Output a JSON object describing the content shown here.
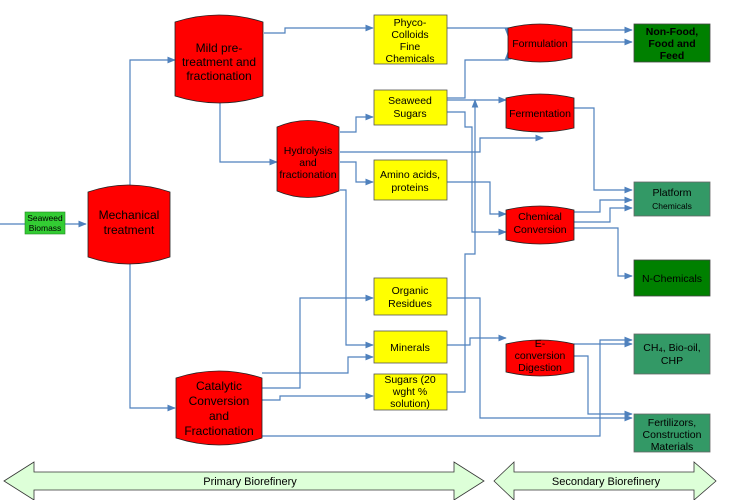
{
  "colors": {
    "process_red": "#ff0000",
    "intermediate_yellow": "#ffff00",
    "product_green": "#339966",
    "product_dark_green": "#008000",
    "input_green": "#33cc33",
    "arrow_blue": "#4f81bd",
    "band_fill": "#ddffd8"
  },
  "input": {
    "line1": "Seaweed",
    "line2": "Biomass"
  },
  "processes": {
    "mechanical": [
      "Mechanical",
      "treatment"
    ],
    "mild": [
      "Mild pre-",
      "treatment and",
      "fractionation"
    ],
    "hydrolysis": [
      "Hydrolysis",
      "and",
      "fractionation"
    ],
    "catalytic": [
      "Catalytic",
      "Conversion",
      "and",
      "Fractionation"
    ],
    "formulation": [
      "Formulation"
    ],
    "fermentation": [
      "Fermentation"
    ],
    "chemical": [
      "Chemical",
      "Conversion"
    ],
    "econversion": [
      "E-",
      "conversion",
      "Digestion"
    ]
  },
  "intermediates": {
    "phyco": [
      "Phyco-",
      "Colloids",
      "Fine",
      "Chemicals"
    ],
    "sugars": [
      "Seaweed",
      "Sugars"
    ],
    "amino": [
      "Amino acids,",
      "proteins"
    ],
    "organic": [
      "Organic",
      "Residues"
    ],
    "minerals": [
      "Minerals"
    ],
    "sugars20": [
      "Sugars (20",
      "wght %",
      "solution)"
    ]
  },
  "products": {
    "nonfood": [
      "Non-Food,",
      "Food and",
      "Feed"
    ],
    "platform": [
      "Platform",
      "Chemicals"
    ],
    "nchem": [
      "N-Chemicals"
    ],
    "ch4": [
      "CH₄, Bio-oil,",
      "CHP"
    ],
    "fert": [
      "Fertilizors,",
      "Construction",
      "Materials"
    ]
  },
  "bands": {
    "primary": "Primary Biorefinery",
    "secondary": "Secondary Biorefinery"
  }
}
